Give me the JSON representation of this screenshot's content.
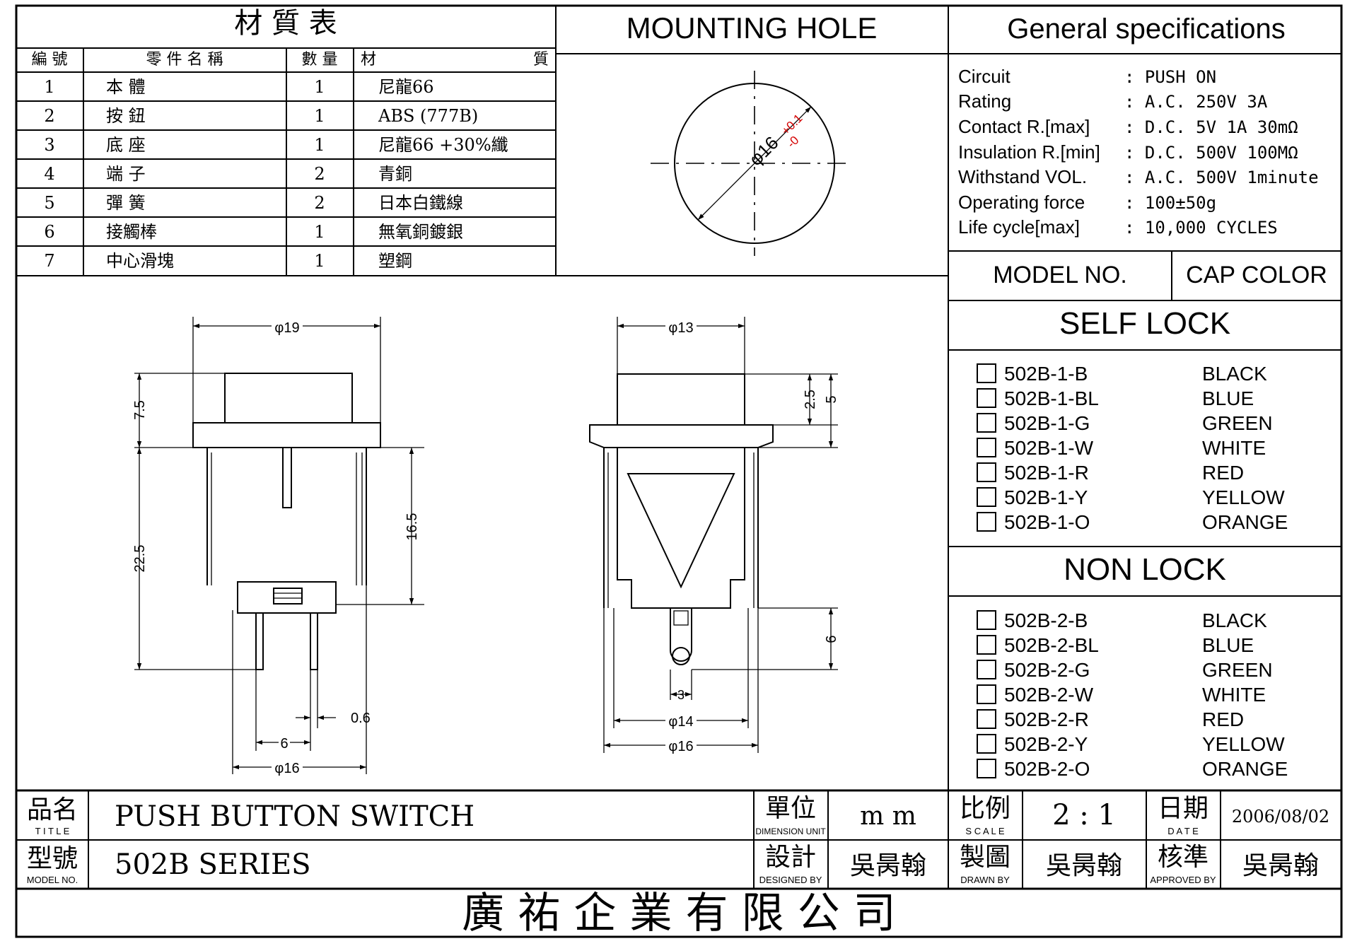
{
  "materials_table": {
    "title": "材 質 表",
    "headers": [
      "編 號",
      "零 件 名 稱",
      "數 量",
      "材",
      "質"
    ],
    "rows": [
      {
        "no": "1",
        "name": "本 體",
        "qty": "1",
        "material": "尼龍66"
      },
      {
        "no": "2",
        "name": "按 鈕",
        "qty": "1",
        "material": "ABS (777B)"
      },
      {
        "no": "3",
        "name": "底 座",
        "qty": "1",
        "material": "尼龍66 +30%纖"
      },
      {
        "no": "4",
        "name": "端 子",
        "qty": "2",
        "material": "青銅"
      },
      {
        "no": "5",
        "name": "彈 簧",
        "qty": "2",
        "material": "日本白鐵線"
      },
      {
        "no": "6",
        "name": "接觸棒",
        "qty": "1",
        "material": "無氧銅鍍銀"
      },
      {
        "no": "7",
        "name": "中心滑塊",
        "qty": "1",
        "material": "塑鋼"
      }
    ]
  },
  "mounting_hole": {
    "title": "MOUNTING HOLE",
    "diameter_label": "φ16",
    "tol_plus": "+0.1",
    "tol_minus": "-0",
    "tol_color": "#d40000"
  },
  "general_specifications": {
    "title": "General specifications",
    "rows": [
      {
        "label": "Circuit",
        "value": ": PUSH ON"
      },
      {
        "label": "Rating",
        "value": ": A.C. 250V 3A"
      },
      {
        "label": "Contact R.[max]",
        "value": ": D.C. 5V 1A 30mΩ"
      },
      {
        "label": "Insulation R.[min]",
        "value": ": D.C. 500V 100MΩ"
      },
      {
        "label": "Withstand VOL.",
        "value": ": A.C. 500V 1minute"
      },
      {
        "label": "Operating force",
        "value": ": 100±50g"
      },
      {
        "label": "Life cycle[max]",
        "value": ": 10,000 CYCLES"
      }
    ]
  },
  "models": {
    "model_header": "MODEL NO.",
    "color_header": "CAP COLOR",
    "self_lock_title": "SELF LOCK",
    "non_lock_title": "NON LOCK",
    "self_lock": [
      {
        "model": "502B-1-B",
        "color": "BLACK"
      },
      {
        "model": "502B-1-BL",
        "color": "BLUE"
      },
      {
        "model": "502B-1-G",
        "color": "GREEN"
      },
      {
        "model": "502B-1-W",
        "color": "WHITE"
      },
      {
        "model": "502B-1-R",
        "color": "RED"
      },
      {
        "model": "502B-1-Y",
        "color": "YELLOW"
      },
      {
        "model": "502B-1-O",
        "color": "ORANGE"
      }
    ],
    "non_lock": [
      {
        "model": "502B-2-B",
        "color": "BLACK"
      },
      {
        "model": "502B-2-BL",
        "color": "BLUE"
      },
      {
        "model": "502B-2-G",
        "color": "GREEN"
      },
      {
        "model": "502B-2-W",
        "color": "WHITE"
      },
      {
        "model": "502B-2-R",
        "color": "RED"
      },
      {
        "model": "502B-2-Y",
        "color": "YELLOW"
      },
      {
        "model": "502B-2-O",
        "color": "ORANGE"
      }
    ]
  },
  "front_view": {
    "dim_top": "φ19",
    "dim_cap": "7.5",
    "dim_body": "22.5",
    "dim_right": "16.5",
    "dim_thickness": "0.6",
    "dim_pitch": "6",
    "dim_bottom": "φ16"
  },
  "side_view": {
    "dim_top": "φ13",
    "dim_a": "2.5",
    "dim_b": "5",
    "dim_terminal": "6",
    "dim_width": "3",
    "dim_mid": "φ14",
    "dim_bottom": "φ16"
  },
  "title_block": {
    "title_label": "品名",
    "title_label_en": "T I T L E",
    "title_value": "PUSH BUTTON SWITCH",
    "unit_label": "單位",
    "unit_label_en": "DIMENSION UNIT",
    "unit_value": "m m",
    "scale_label": "比例",
    "scale_label_en": "S C A L E",
    "scale_value": "2 : 1",
    "date_label": "日期",
    "date_label_en": "D A T E",
    "date_value": "2006/08/02",
    "model_label": "型號",
    "model_label_en": "MODEL NO.",
    "model_value": "502B SERIES",
    "designed_label": "設計",
    "designed_label_en": "DESIGNED BY",
    "designed_value": "吳昺翰",
    "drawn_label": "製圖",
    "drawn_label_en": "DRAWN BY",
    "drawn_value": "吳昺翰",
    "approved_label": "核準",
    "approved_label_en": "APPROVED BY",
    "approved_value": "吳昺翰",
    "company": "廣 祐 企 業 有 限 公 司"
  }
}
